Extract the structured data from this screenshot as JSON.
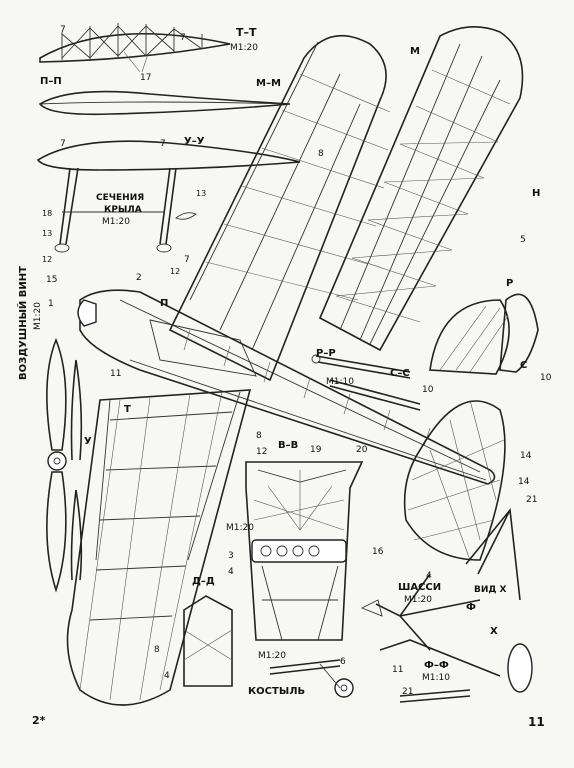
{
  "sections": {
    "tt": {
      "title": "Т–Т",
      "scale": "М1:20"
    },
    "pp": {
      "title": "П–П"
    },
    "mm": {
      "title": "М–М"
    },
    "yy": {
      "title": "У–У"
    },
    "wing": {
      "line1": "СЕЧЕНИЯ",
      "line2": "КРЫЛА",
      "scale": "М1:20"
    },
    "prop": {
      "title": "ВОЗДУШНЫЙ ВИНТ",
      "scale": "М1:20"
    },
    "rr": {
      "title": "Р–Р",
      "scale": "М1:10"
    },
    "cc": {
      "title": "С–С"
    },
    "vv": {
      "title": "В–В"
    },
    "cockpit_scale": "М1:20",
    "dd": {
      "title": "Д–Д"
    },
    "gear": {
      "title": "ШАССИ",
      "scale": "М1:20"
    },
    "vidx": {
      "title": "ВИД Х"
    },
    "ff": {
      "title": "Ф–Ф",
      "scale": "М1:10"
    },
    "skid": {
      "title": "КОСТЫЛЬ",
      "scale": "М1:20"
    }
  },
  "markers": [
    "М",
    "Н",
    "Р",
    "С",
    "П",
    "Т",
    "У",
    "Х",
    "Ф"
  ],
  "part_numbers": [
    "1",
    "2",
    "4",
    "5",
    "6",
    "7",
    "8",
    "10",
    "11",
    "12",
    "13",
    "14",
    "15",
    "16",
    "17",
    "18",
    "19",
    "20",
    "21"
  ],
  "page": {
    "left": "2*",
    "number": "11"
  }
}
